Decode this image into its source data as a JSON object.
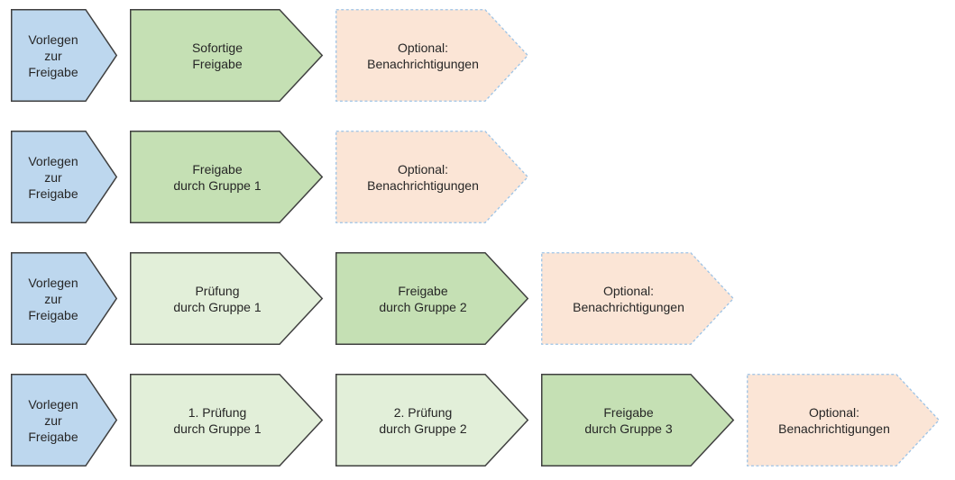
{
  "diagram": {
    "colors": {
      "start_fill": "#bdd7ee",
      "approval_fill": "#c5e0b4",
      "review_fill": "#e2efd9",
      "optional_fill": "#fbe5d6",
      "solid_border": "#404040",
      "optional_border": "#9dc3e6",
      "text": "#262626",
      "background": "#ffffff"
    },
    "rows": [
      {
        "steps": [
          {
            "label": "Vorlegen\nzur\nFreigabe",
            "type": "start"
          },
          {
            "label": "Sofortige\nFreigabe",
            "type": "approval"
          },
          {
            "label": "Optional:\nBenachrichtigungen",
            "type": "optional"
          }
        ]
      },
      {
        "steps": [
          {
            "label": "Vorlegen\nzur\nFreigabe",
            "type": "start"
          },
          {
            "label": "Freigabe\ndurch Gruppe 1",
            "type": "approval"
          },
          {
            "label": "Optional:\nBenachrichtigungen",
            "type": "optional"
          }
        ]
      },
      {
        "steps": [
          {
            "label": "Vorlegen\nzur\nFreigabe",
            "type": "start"
          },
          {
            "label": "Prüfung\ndurch Gruppe 1",
            "type": "review"
          },
          {
            "label": "Freigabe\ndurch Gruppe 2",
            "type": "approval"
          },
          {
            "label": "Optional:\nBenachrichtigungen",
            "type": "optional"
          }
        ]
      },
      {
        "steps": [
          {
            "label": "Vorlegen\nzur\nFreigabe",
            "type": "start"
          },
          {
            "label": "1. Prüfung\ndurch Gruppe 1",
            "type": "review"
          },
          {
            "label": "2. Prüfung\ndurch Gruppe 2",
            "type": "review"
          },
          {
            "label": "Freigabe\ndurch Gruppe 3",
            "type": "approval"
          },
          {
            "label": "Optional:\nBenachrichtigungen",
            "type": "optional"
          }
        ]
      }
    ]
  }
}
